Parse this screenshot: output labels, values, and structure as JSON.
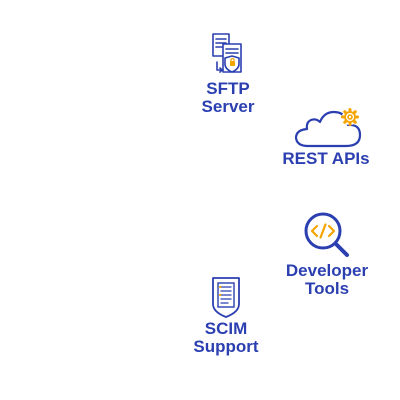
{
  "colors": {
    "brand_blue": "#2b3fb0",
    "accent_orange": "#f5a400"
  },
  "features": [
    {
      "id": "sftp",
      "icon": "sftp-server-icon",
      "lines": [
        "SFTP",
        "Server"
      ]
    },
    {
      "id": "rest",
      "icon": "cloud-gear-icon",
      "lines": [
        "REST APIs"
      ]
    },
    {
      "id": "dev",
      "icon": "magnifier-code-icon",
      "lines": [
        "Developer",
        "Tools"
      ]
    },
    {
      "id": "scim",
      "icon": "scim-document-icon",
      "lines": [
        "SCIM",
        "Support"
      ]
    }
  ]
}
